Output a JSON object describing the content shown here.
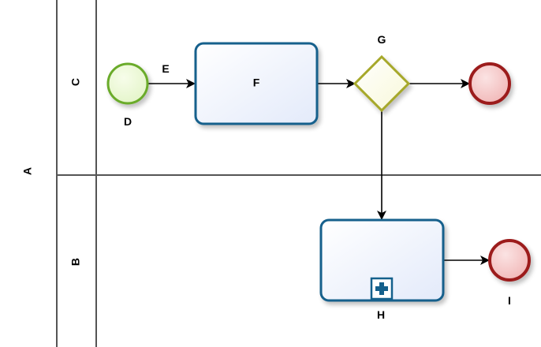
{
  "pool": {
    "label": "A"
  },
  "lanes": [
    {
      "id": "lane-c",
      "label": "C"
    },
    {
      "id": "lane-b",
      "label": "B"
    }
  ],
  "nodes": {
    "start_event": {
      "label": "D",
      "type": "start-event"
    },
    "task_f": {
      "label": "F",
      "type": "task"
    },
    "gateway_g": {
      "label": "G",
      "type": "exclusive-gateway"
    },
    "end_event_1": {
      "label": "",
      "type": "end-event"
    },
    "subprocess_h": {
      "label": "H",
      "type": "collapsed-subprocess",
      "marker": "plus-icon"
    },
    "end_event_i": {
      "label": "I",
      "type": "end-event"
    }
  },
  "flows": [
    {
      "from": "start_event",
      "to": "task_f",
      "label": "E"
    },
    {
      "from": "task_f",
      "to": "gateway_g",
      "label": ""
    },
    {
      "from": "gateway_g",
      "to": "end_event_1",
      "label": ""
    },
    {
      "from": "gateway_g",
      "to": "subprocess_h",
      "label": ""
    },
    {
      "from": "subprocess_h",
      "to": "end_event_i",
      "label": ""
    }
  ],
  "colors": {
    "lane_border": "#555555",
    "task_stroke": "#14608c",
    "task_fill_top": "#ffffff",
    "task_fill_bottom": "#e6ecfb",
    "start_stroke": "#6aab2b",
    "start_fill": "#eef9d8",
    "gateway_stroke": "#a6a82a",
    "gateway_fill": "#fdfde6",
    "end_stroke": "#9c1c1c",
    "end_fill": "#f6c9c9",
    "flow": "#000000"
  }
}
